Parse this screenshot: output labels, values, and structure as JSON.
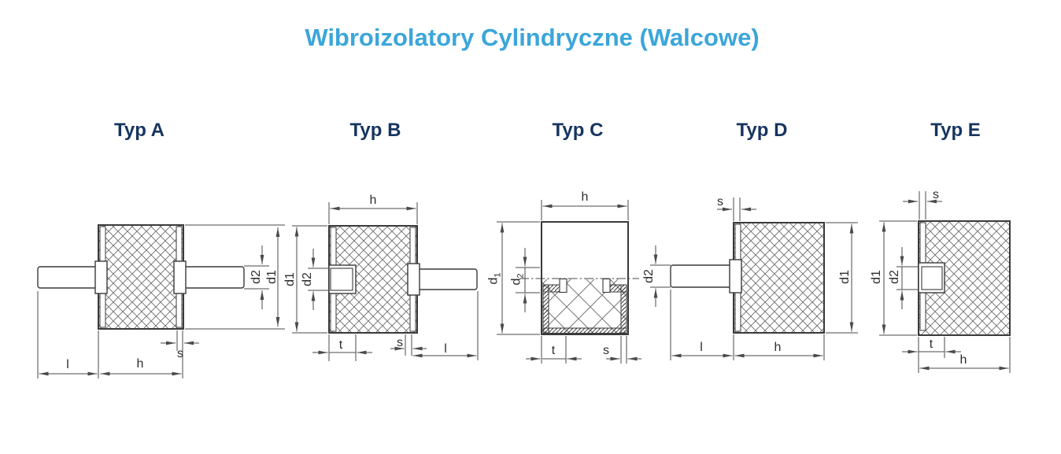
{
  "title": "Wibroizolatory Cylindryczne (Walcowe)",
  "colors": {
    "title": "#3BA6DA",
    "type_label": "#16345F",
    "drawing_line": "#3A3A3A",
    "dimension_line": "#4A4A4A",
    "background": "#FFFFFF"
  },
  "figures": [
    {
      "key": "typ-a",
      "label": "Typ A",
      "dims": {
        "d1": "d1",
        "d2": "d2",
        "h": "h",
        "l": "l",
        "s": "s"
      }
    },
    {
      "key": "typ-b",
      "label": "Typ B",
      "dims": {
        "d1": "d1",
        "d2": "d2",
        "h": "h",
        "l": "l",
        "s": "s",
        "t": "t"
      }
    },
    {
      "key": "typ-c",
      "label": "Typ C",
      "dims": {
        "h": "h",
        "t": "t",
        "s": "s",
        "d1_base": "d",
        "d1_sub": "1",
        "d2_base": "d",
        "d2_sub": "2"
      }
    },
    {
      "key": "typ-d",
      "label": "Typ D",
      "dims": {
        "d1": "d1",
        "d2": "d2",
        "h": "h",
        "l": "l",
        "s": "s"
      }
    },
    {
      "key": "typ-e",
      "label": "Typ E",
      "dims": {
        "d1": "d1",
        "d2": "d2",
        "h": "h",
        "s": "s",
        "t": "t"
      }
    }
  ]
}
